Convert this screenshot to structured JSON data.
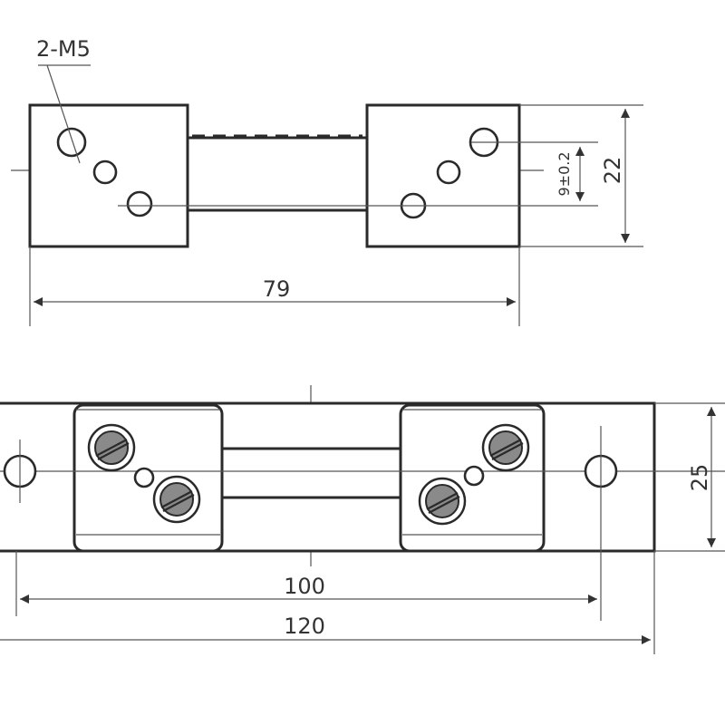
{
  "top_view": {
    "thread_label": "2-M5",
    "width_label": "79",
    "height_label": "22",
    "spacing_label": "9±0.2"
  },
  "bottom_view": {
    "inner_width_label": "100",
    "overall_width_label": "120",
    "height_label": "25"
  }
}
